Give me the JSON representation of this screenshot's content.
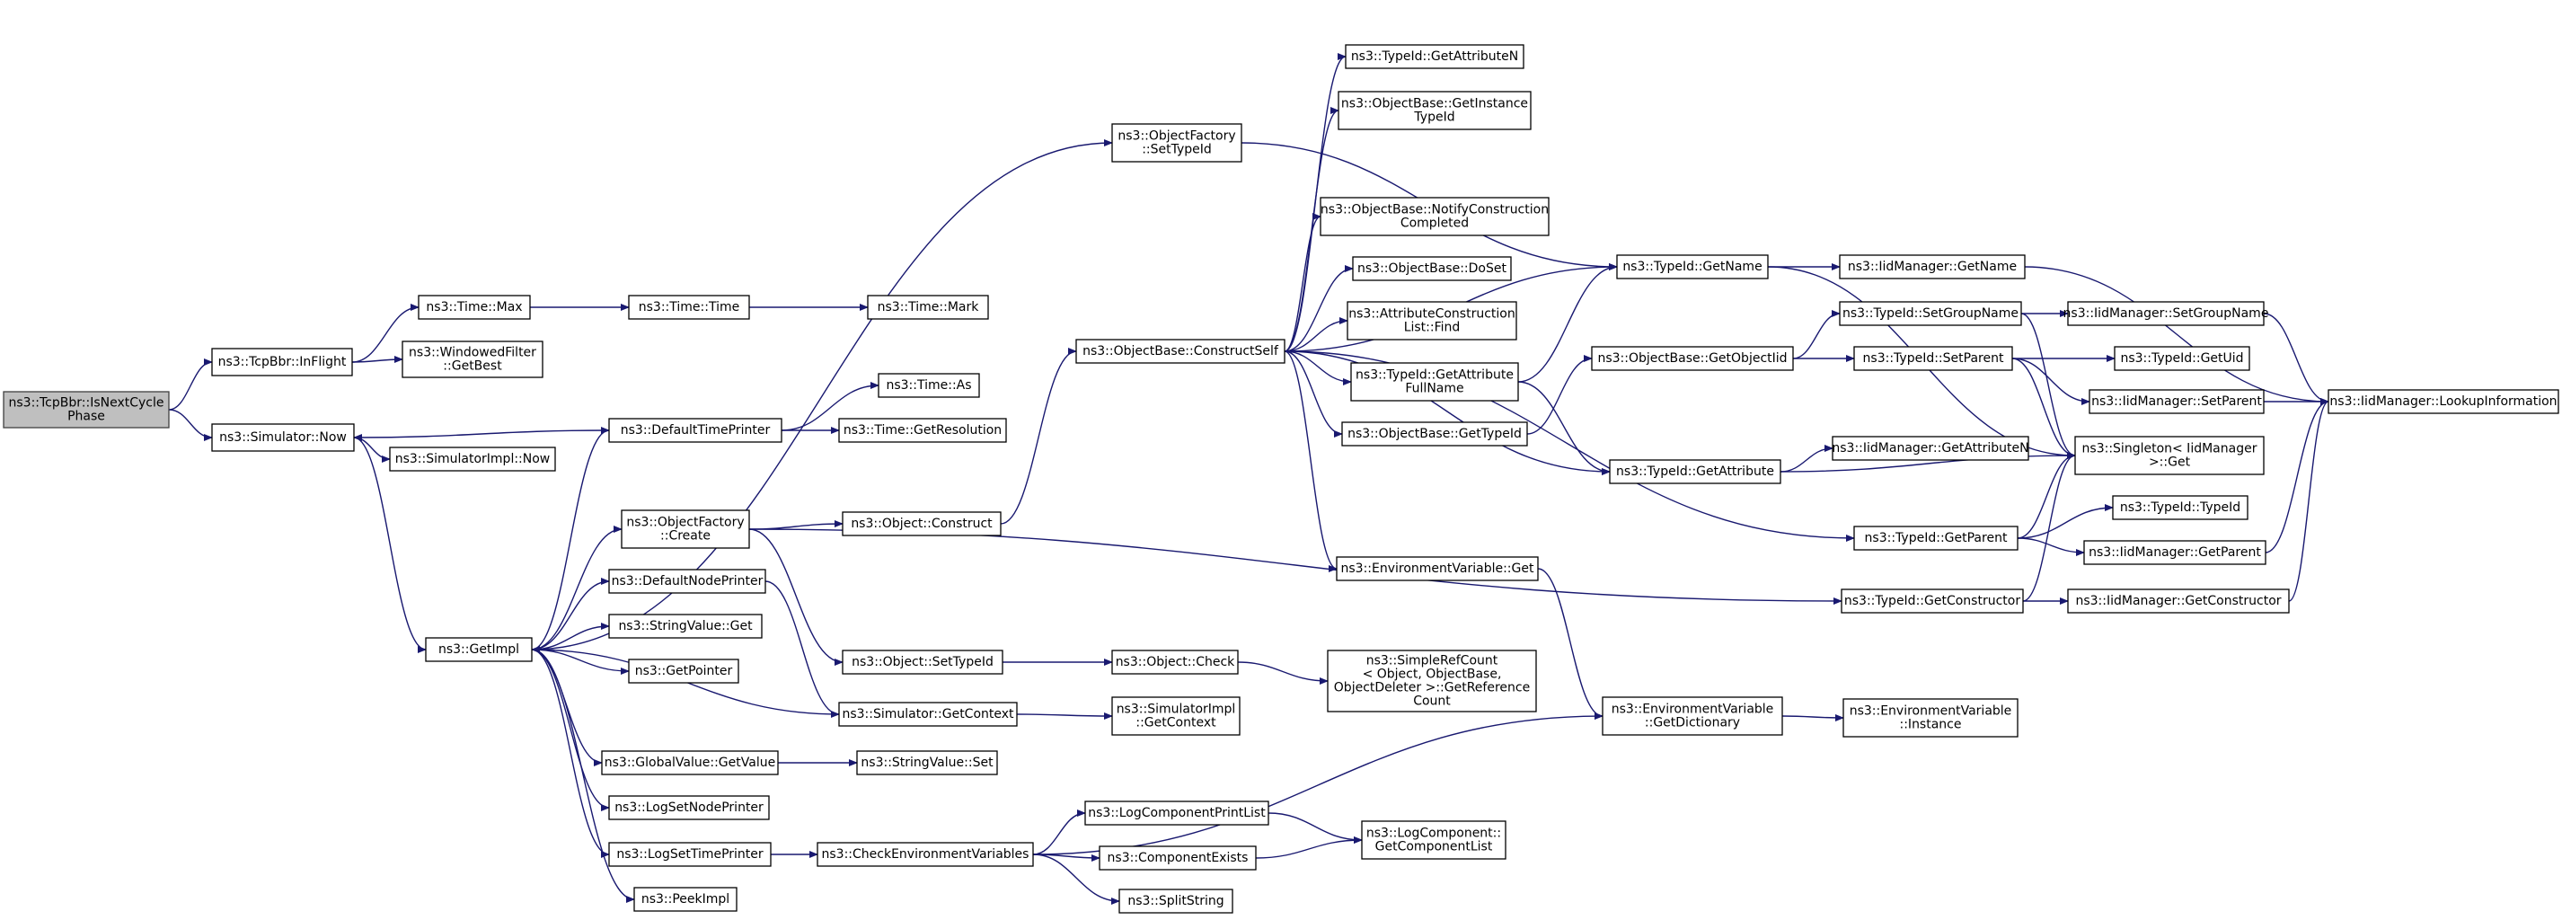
{
  "colors": {
    "edge": "#191970",
    "node_border": "#000000",
    "root_fill": "#bfbfbf",
    "node_fill": "#ffffff"
  },
  "nodes": [
    {
      "id": "root",
      "lines": [
        "ns3::TcpBbr::IsNextCycle",
        "Phase"
      ]
    },
    {
      "id": "inflight",
      "lines": [
        "ns3::TcpBbr::InFlight"
      ]
    },
    {
      "id": "simnow",
      "lines": [
        "ns3::Simulator::Now"
      ]
    },
    {
      "id": "timemax",
      "lines": [
        "ns3::Time::Max"
      ]
    },
    {
      "id": "wfget",
      "lines": [
        "ns3::WindowedFilter",
        "::GetBest"
      ]
    },
    {
      "id": "simimplnow",
      "lines": [
        "ns3::SimulatorImpl::Now"
      ]
    },
    {
      "id": "getimpl",
      "lines": [
        "ns3::GetImpl"
      ]
    },
    {
      "id": "timetime",
      "lines": [
        "ns3::Time::Time"
      ]
    },
    {
      "id": "timemark",
      "lines": [
        "ns3::Time::Mark"
      ]
    },
    {
      "id": "ofsettype",
      "lines": [
        "ns3::ObjectFactory",
        "::SetTypeId"
      ]
    },
    {
      "id": "deftimeprint",
      "lines": [
        "ns3::DefaultTimePrinter"
      ]
    },
    {
      "id": "timeas",
      "lines": [
        "ns3::Time::As"
      ]
    },
    {
      "id": "timeres",
      "lines": [
        "ns3::Time::GetResolution"
      ]
    },
    {
      "id": "ofcreate",
      "lines": [
        "ns3::ObjectFactory",
        "::Create"
      ]
    },
    {
      "id": "objconstruct",
      "lines": [
        "ns3::Object::Construct"
      ]
    },
    {
      "id": "defnodeprint",
      "lines": [
        "ns3::DefaultNodePrinter"
      ]
    },
    {
      "id": "strvalget",
      "lines": [
        "ns3::StringValue::Get"
      ]
    },
    {
      "id": "getpointer",
      "lines": [
        "ns3::GetPointer"
      ]
    },
    {
      "id": "objsettype",
      "lines": [
        "ns3::Object::SetTypeId"
      ]
    },
    {
      "id": "simgetctx",
      "lines": [
        "ns3::Simulator::GetContext"
      ]
    },
    {
      "id": "gvgetvalue",
      "lines": [
        "ns3::GlobalValue::GetValue"
      ]
    },
    {
      "id": "strvalset",
      "lines": [
        "ns3::StringValue::Set"
      ]
    },
    {
      "id": "logsetnode",
      "lines": [
        "ns3::LogSetNodePrinter"
      ]
    },
    {
      "id": "logsettime",
      "lines": [
        "ns3::LogSetTimePrinter"
      ]
    },
    {
      "id": "checkenv",
      "lines": [
        "ns3::CheckEnvironmentVariables"
      ]
    },
    {
      "id": "peekimpl",
      "lines": [
        "ns3::PeekImpl"
      ]
    },
    {
      "id": "objcheck",
      "lines": [
        "ns3::Object::Check"
      ]
    },
    {
      "id": "simimplctx",
      "lines": [
        "ns3::SimulatorImpl",
        "::GetContext"
      ]
    },
    {
      "id": "simplerefcount",
      "lines": [
        "ns3::SimpleRefCount",
        "< Object, ObjectBase,",
        "ObjectDeleter >::GetReference",
        "Count"
      ]
    },
    {
      "id": "logcompprint",
      "lines": [
        "ns3::LogComponentPrintList"
      ]
    },
    {
      "id": "compexists",
      "lines": [
        "ns3::ComponentExists"
      ]
    },
    {
      "id": "splitstring",
      "lines": [
        "ns3::SplitString"
      ]
    },
    {
      "id": "logcompget",
      "lines": [
        "ns3::LogComponent::",
        "GetComponentList"
      ]
    },
    {
      "id": "obconstructself",
      "lines": [
        "ns3::ObjectBase::ConstructSelf"
      ]
    },
    {
      "id": "tidgetattrn",
      "lines": [
        "ns3::TypeId::GetAttributeN"
      ]
    },
    {
      "id": "obgetinst",
      "lines": [
        "ns3::ObjectBase::GetInstance",
        "TypeId"
      ]
    },
    {
      "id": "obnotify",
      "lines": [
        "ns3::ObjectBase::NotifyConstruction",
        "Completed"
      ]
    },
    {
      "id": "obdoset",
      "lines": [
        "ns3::ObjectBase::DoSet"
      ]
    },
    {
      "id": "attrfind",
      "lines": [
        "ns3::AttributeConstruction",
        "List::Find"
      ]
    },
    {
      "id": "tidgetattrfull",
      "lines": [
        "ns3::TypeId::GetAttribute",
        "FullName"
      ]
    },
    {
      "id": "obgettype",
      "lines": [
        "ns3::ObjectBase::GetTypeId"
      ]
    },
    {
      "id": "envget",
      "lines": [
        "ns3::EnvironmentVariable::Get"
      ]
    },
    {
      "id": "tidgetname",
      "lines": [
        "ns3::TypeId::GetName"
      ]
    },
    {
      "id": "obgetobjtid",
      "lines": [
        "ns3::ObjectBase::GetObjectIid"
      ]
    },
    {
      "id": "tidgetattr",
      "lines": [
        "ns3::TypeId::GetAttribute"
      ]
    },
    {
      "id": "tidgetparent",
      "lines": [
        "ns3::TypeId::GetParent"
      ]
    },
    {
      "id": "tidgetctor",
      "lines": [
        "ns3::TypeId::GetConstructor"
      ]
    },
    {
      "id": "envgetdict",
      "lines": [
        "ns3::EnvironmentVariable",
        "::GetDictionary"
      ]
    },
    {
      "id": "iidgetname",
      "lines": [
        "ns3::IidManager::GetName"
      ]
    },
    {
      "id": "tidsetgroup",
      "lines": [
        "ns3::TypeId::SetGroupName"
      ]
    },
    {
      "id": "tidsetparent",
      "lines": [
        "ns3::TypeId::SetParent"
      ]
    },
    {
      "id": "iidgetattrn",
      "lines": [
        "ns3::IidManager::GetAttributeN"
      ]
    },
    {
      "id": "envinstance",
      "lines": [
        "ns3::EnvironmentVariable",
        "::Instance"
      ]
    },
    {
      "id": "iidsetgroup",
      "lines": [
        "ns3::IidManager::SetGroupName"
      ]
    },
    {
      "id": "tidgetuid",
      "lines": [
        "ns3::TypeId::GetUid"
      ]
    },
    {
      "id": "iidsetparent",
      "lines": [
        "ns3::IidManager::SetParent"
      ]
    },
    {
      "id": "singleton",
      "lines": [
        "ns3::Singleton< IidManager",
        ">::Get"
      ]
    },
    {
      "id": "tidtypeid",
      "lines": [
        "ns3::TypeId::TypeId"
      ]
    },
    {
      "id": "iidgetparent",
      "lines": [
        "ns3::IidManager::GetParent"
      ]
    },
    {
      "id": "iidgetctor",
      "lines": [
        "ns3::IidManager::GetConstructor"
      ]
    },
    {
      "id": "iidlookup",
      "lines": [
        "ns3::IidManager::LookupInformation"
      ]
    }
  ],
  "edges": [
    [
      "root",
      "inflight"
    ],
    [
      "root",
      "simnow"
    ],
    [
      "inflight",
      "timemax"
    ],
    [
      "inflight",
      "wfget"
    ],
    [
      "timemax",
      "timetime"
    ],
    [
      "timetime",
      "timemark"
    ],
    [
      "simnow",
      "simimplnow"
    ],
    [
      "simnow",
      "getimpl"
    ],
    [
      "deftimeprint",
      "simnow"
    ],
    [
      "deftimeprint",
      "timeas"
    ],
    [
      "deftimeprint",
      "timeres"
    ],
    [
      "getimpl",
      "ofsettype"
    ],
    [
      "getimpl",
      "deftimeprint"
    ],
    [
      "getimpl",
      "ofcreate"
    ],
    [
      "getimpl",
      "defnodeprint"
    ],
    [
      "getimpl",
      "strvalget"
    ],
    [
      "getimpl",
      "getpointer"
    ],
    [
      "getimpl",
      "gvgetvalue"
    ],
    [
      "getimpl",
      "logsetnode"
    ],
    [
      "getimpl",
      "logsettime"
    ],
    [
      "getimpl",
      "peekimpl"
    ],
    [
      "simgetctx",
      "getimpl"
    ],
    [
      "ofsettype",
      "tidgetname"
    ],
    [
      "ofcreate",
      "objconstruct"
    ],
    [
      "ofcreate",
      "objsettype"
    ],
    [
      "ofcreate",
      "tidgetctor"
    ],
    [
      "defnodeprint",
      "simgetctx"
    ],
    [
      "simgetctx",
      "simimplctx"
    ],
    [
      "objconstruct",
      "obconstructself"
    ],
    [
      "objsettype",
      "objcheck"
    ],
    [
      "objcheck",
      "simplerefcount"
    ],
    [
      "gvgetvalue",
      "strvalset"
    ],
    [
      "logsettime",
      "checkenv"
    ],
    [
      "checkenv",
      "envgetdict"
    ],
    [
      "checkenv",
      "logcompprint"
    ],
    [
      "checkenv",
      "compexists"
    ],
    [
      "checkenv",
      "splitstring"
    ],
    [
      "logcompprint",
      "logcompget"
    ],
    [
      "compexists",
      "logcompget"
    ],
    [
      "obconstructself",
      "tidgetattrn"
    ],
    [
      "obconstructself",
      "obgetinst"
    ],
    [
      "obconstructself",
      "obnotify"
    ],
    [
      "obconstructself",
      "obdoset"
    ],
    [
      "obconstructself",
      "attrfind"
    ],
    [
      "obconstructself",
      "tidgetattrfull"
    ],
    [
      "obconstructself",
      "obgettype"
    ],
    [
      "obconstructself",
      "envget"
    ],
    [
      "obconstructself",
      "tidgetname"
    ],
    [
      "obconstructself",
      "tidgetattr"
    ],
    [
      "obconstructself",
      "tidgetparent"
    ],
    [
      "tidgetattrfull",
      "tidgetname"
    ],
    [
      "tidgetattrfull",
      "tidgetattr"
    ],
    [
      "obgettype",
      "obgetobjtid"
    ],
    [
      "envget",
      "envgetdict"
    ],
    [
      "envgetdict",
      "envinstance"
    ],
    [
      "tidgetname",
      "iidgetname"
    ],
    [
      "tidgetname",
      "singleton"
    ],
    [
      "obgetobjtid",
      "tidsetgroup"
    ],
    [
      "obgetobjtid",
      "tidsetparent"
    ],
    [
      "tidgetattr",
      "iidgetattrn"
    ],
    [
      "tidgetattr",
      "singleton"
    ],
    [
      "iidgetname",
      "iidlookup"
    ],
    [
      "tidsetgroup",
      "iidsetgroup"
    ],
    [
      "tidsetgroup",
      "singleton"
    ],
    [
      "tidsetparent",
      "tidgetuid"
    ],
    [
      "tidsetparent",
      "iidsetparent"
    ],
    [
      "tidsetparent",
      "singleton"
    ],
    [
      "tidgetparent",
      "tidtypeid"
    ],
    [
      "tidgetparent",
      "iidgetparent"
    ],
    [
      "tidgetparent",
      "singleton"
    ],
    [
      "tidgetctor",
      "iidgetctor"
    ],
    [
      "tidgetctor",
      "singleton"
    ],
    [
      "iidsetgroup",
      "iidlookup"
    ],
    [
      "iidsetparent",
      "iidlookup"
    ],
    [
      "iidgetparent",
      "iidlookup"
    ],
    [
      "iidgetctor",
      "iidlookup"
    ]
  ]
}
